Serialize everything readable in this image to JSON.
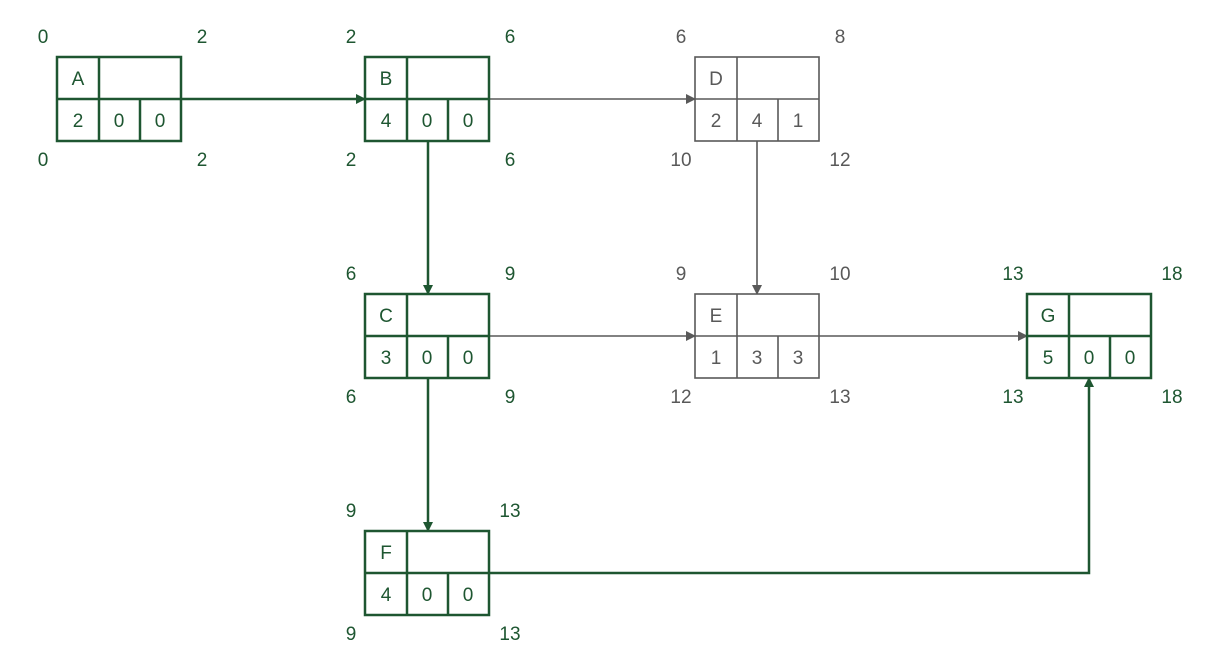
{
  "colors": {
    "critical": "#1e5631",
    "normal": "#595959"
  },
  "nodes": [
    {
      "id": "A",
      "duration": "2",
      "float_a": "0",
      "float_b": "0",
      "es": "0",
      "ef": "2",
      "ls": "0",
      "lf": "2",
      "critical": true
    },
    {
      "id": "B",
      "duration": "4",
      "float_a": "0",
      "float_b": "0",
      "es": "2",
      "ef": "6",
      "ls": "2",
      "lf": "6",
      "critical": true
    },
    {
      "id": "D",
      "duration": "2",
      "float_a": "4",
      "float_b": "1",
      "es": "6",
      "ef": "8",
      "ls": "10",
      "lf": "12",
      "critical": false
    },
    {
      "id": "C",
      "duration": "3",
      "float_a": "0",
      "float_b": "0",
      "es": "6",
      "ef": "9",
      "ls": "6",
      "lf": "9",
      "critical": true
    },
    {
      "id": "E",
      "duration": "1",
      "float_a": "3",
      "float_b": "3",
      "es": "9",
      "ef": "10",
      "ls": "12",
      "lf": "13",
      "critical": false
    },
    {
      "id": "G",
      "duration": "5",
      "float_a": "0",
      "float_b": "0",
      "es": "13",
      "ef": "18",
      "ls": "13",
      "lf": "18",
      "critical": true
    },
    {
      "id": "F",
      "duration": "4",
      "float_a": "0",
      "float_b": "0",
      "es": "9",
      "ef": "13",
      "ls": "9",
      "lf": "13",
      "critical": true
    }
  ],
  "edges": [
    {
      "from": "A",
      "to": "B",
      "critical": true
    },
    {
      "from": "B",
      "to": "D",
      "critical": false
    },
    {
      "from": "B",
      "to": "C",
      "critical": true
    },
    {
      "from": "D",
      "to": "E",
      "critical": false
    },
    {
      "from": "C",
      "to": "E",
      "critical": false
    },
    {
      "from": "E",
      "to": "G",
      "critical": false
    },
    {
      "from": "C",
      "to": "F",
      "critical": true
    },
    {
      "from": "F",
      "to": "G",
      "critical": true
    }
  ]
}
